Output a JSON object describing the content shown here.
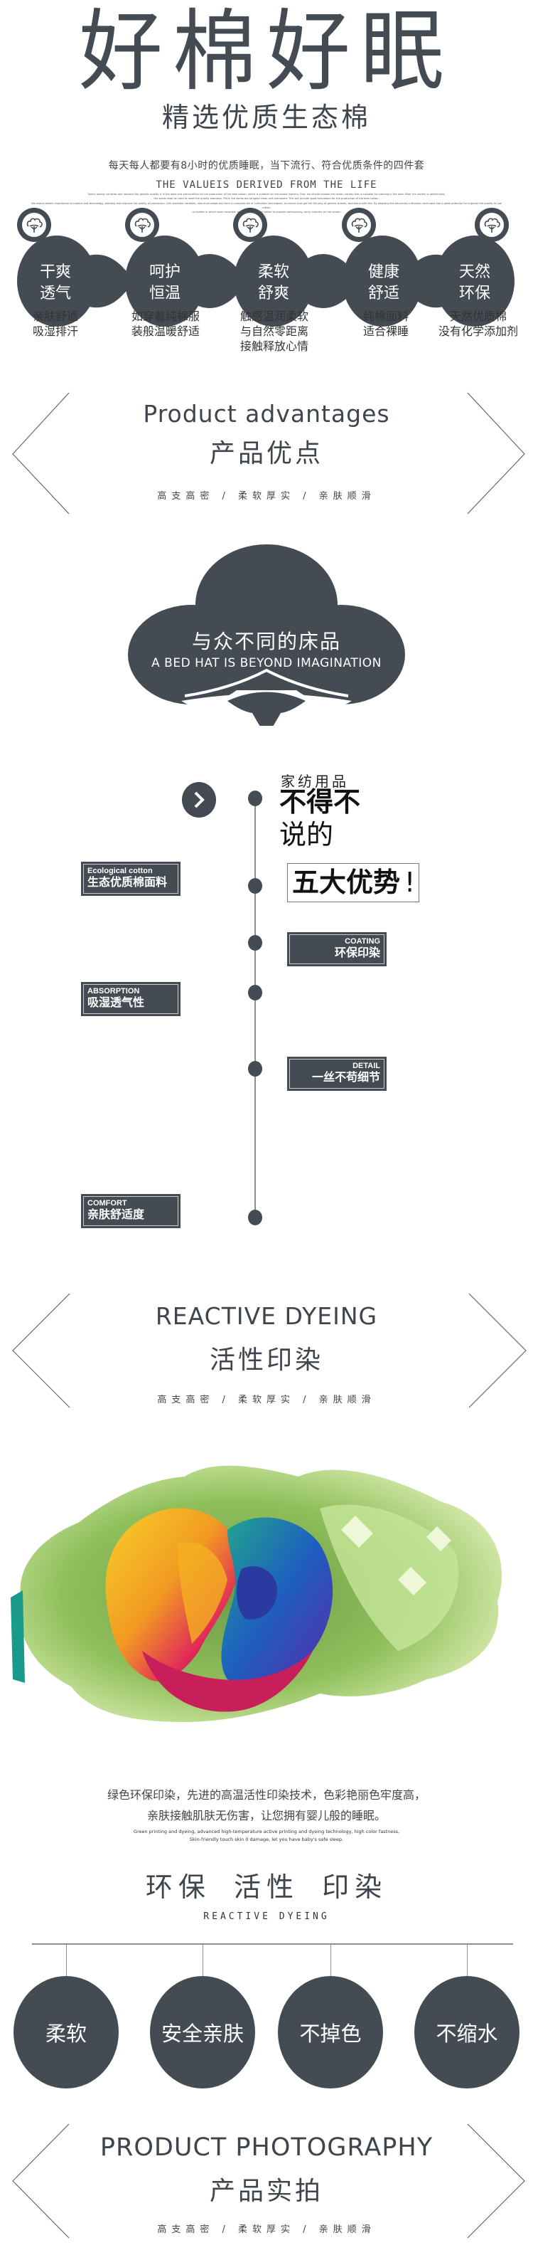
{
  "hero": {
    "title": "好棉好眠",
    "subtitle": "精选优质生态棉",
    "description": "每天每人都要有8小时的优质睡眠，当下流行、符合优质条件的四件套",
    "english_tagline": "THE VALUEIS DERIVED FROM THE LIFE",
    "fine_print": [
      "Select quality varieties and improve the genetic quality. It is the base and precondition for the production of the best cotton, which is suitable for the textile industry. First, we should choose the cotton variety that is suitable for planting in the area. After the variety is determined,",
      "the seeds shall be used to meet the quality standard. Third, the seeds are stripped clean and processed. This will provide good foundation for the production of the best cotton.",
      "We should attach importance to science and technology, planting and improve the quality of production. Grill excellent varieties, also must adopt and form a complete set of cultivation techniques, to ensure that get the full play of genetic breeds, well blend with the. By adopting the advanced cultivation technique has a great potential for improve the quality of raw cotton,",
      "no matter in which been recorded, on the cultivation of cotton to provide continuously, early maturity on the center."
    ]
  },
  "features": [
    {
      "icon": "cotton-icon",
      "label_line1": "干爽",
      "label_line2": "透气",
      "desc": [
        "亲肤舒适",
        "吸湿排汗"
      ]
    },
    {
      "icon": "cotton-icon",
      "label_line1": "呵护",
      "label_line2": "恒温",
      "desc": [
        "如穿着纯棉服",
        "装般温暖舒适"
      ]
    },
    {
      "icon": "cotton-icon",
      "label_line1": "柔软",
      "label_line2": "舒爽",
      "desc": [
        "触感温润柔软",
        "与自然零距离",
        "接触释放心情"
      ]
    },
    {
      "icon": "cotton-icon",
      "label_line1": "健康",
      "label_line2": "舒适",
      "desc": [
        "纯棉面料",
        "适合裸睡"
      ]
    },
    {
      "icon": "cotton-icon",
      "label_line1": "天然",
      "label_line2": "环保",
      "desc": [
        "天然优质棉",
        "没有化学添加剂"
      ]
    }
  ],
  "section_advantages": {
    "title_en": "Product advantages",
    "title_cn": "产品优点",
    "tagline": "高支高密 / 柔软厚实 / 亲肤顺滑"
  },
  "cloud": {
    "title_cn": "与众不同的床品",
    "title_en": "A BED HAT IS BEYOND IMAGINATION"
  },
  "timeline": {
    "kicker": "家纺用品",
    "headline_bold": "不得不",
    "headline_regular": "说的",
    "highlight": "五大优势",
    "highlight_mark": "!",
    "items": [
      {
        "en": "Ecological cotton",
        "cn": "生态优质棉面料",
        "side": "left"
      },
      {
        "en": "COATING",
        "cn": "环保印染",
        "side": "right"
      },
      {
        "en": "ABSORPTION",
        "cn": "吸湿透气性",
        "side": "left"
      },
      {
        "en": "DETAIL",
        "cn": "一丝不苟细节",
        "side": "right"
      },
      {
        "en": "COMFORT",
        "cn": "亲肤舒适度",
        "side": "left"
      }
    ]
  },
  "section_dyeing": {
    "title_en": "REACTIVE DYEING",
    "title_cn": "活性印染",
    "tagline": "高支高密 / 柔软厚实 / 亲肤顺滑"
  },
  "dyeing": {
    "image_subject": "rainbow-rose",
    "desc_cn": [
      "绿色环保印染，先进的高温活性印染技术，色彩艳丽色牢度高，",
      "亲肤接触肌肤无伤害，让您拥有婴儿般的睡眠。"
    ],
    "desc_en": [
      "Green printing and dyeing, advanced high-temperature active printing and dyeing technology, high color fastness,",
      "Skin-friendly touch skin 0 damage, let you have baby's safe sleep."
    ],
    "eco_title": "环保 活性 印染",
    "eco_en": "REACTIVE DYEING",
    "bubbles": [
      "柔软",
      "安全亲肤",
      "不掉色",
      "不缩水"
    ]
  },
  "section_photography": {
    "title_en": "PRODUCT PHOTOGRAPHY",
    "title_cn": "产品实拍",
    "tagline": "高支高密 / 柔软厚实 / 亲肤顺滑"
  },
  "colors": {
    "primary_slate": "#454b53",
    "text_dark": "#3f454c",
    "line_gray": "#8a8f96"
  }
}
